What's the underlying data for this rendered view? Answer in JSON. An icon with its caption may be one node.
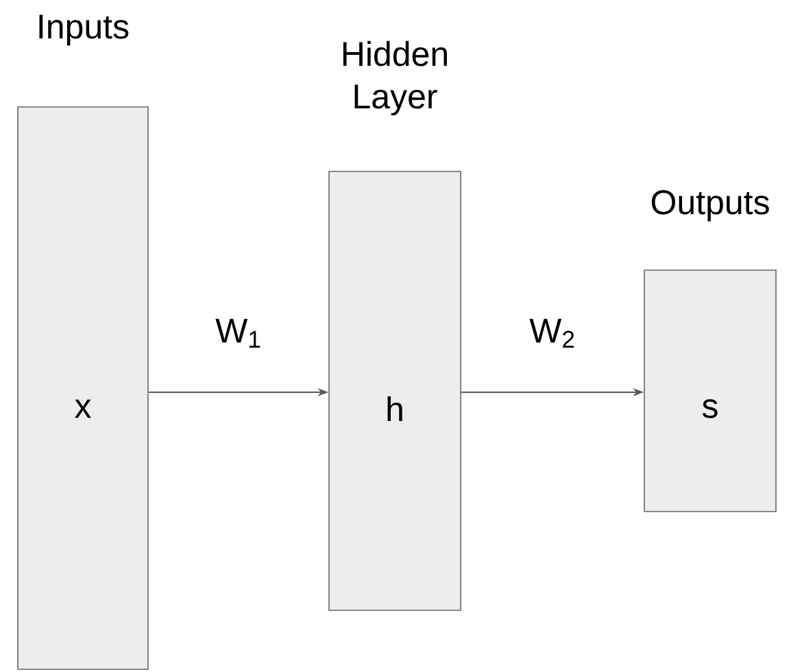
{
  "diagram": {
    "nodes": [
      {
        "text": [
          "Inputs",
          "x"
        ]
      },
      {
        "text": [
          "Hidden Layer",
          "h"
        ]
      },
      {
        "text": [
          "Outputs",
          "s"
        ]
      }
    ],
    "edges": [
      {
        "from": 0,
        "to": 1,
        "arrow": "to",
        "label": "W$_{1}$"
      },
      {
        "from": 1,
        "to": 2,
        "arrow": "to",
        "label": "W$_{2}$"
      }
    ]
  }
}
